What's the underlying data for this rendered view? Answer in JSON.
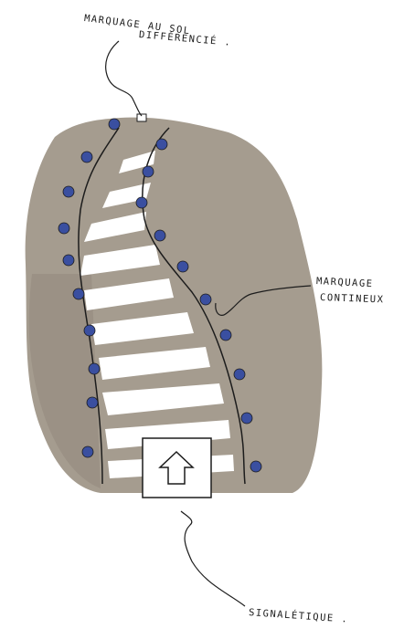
{
  "annotations": {
    "floor_marking": {
      "line1": "MARQUAGE AU SOL",
      "line2": "DIFFÉRENCIÉ ."
    },
    "continuous_marking": {
      "line1": "MARQUAGE",
      "line2": "CONTINEUX"
    },
    "signage": {
      "text": "SIGNALÉTIQUE ."
    }
  },
  "colors": {
    "ground": "#a59c8f",
    "path_stripes": "#ffffff",
    "stud_blue": "#3a4fa0",
    "ink": "#1c1c1c"
  },
  "icons": {
    "sign_symbol": "arrow-up-icon"
  }
}
